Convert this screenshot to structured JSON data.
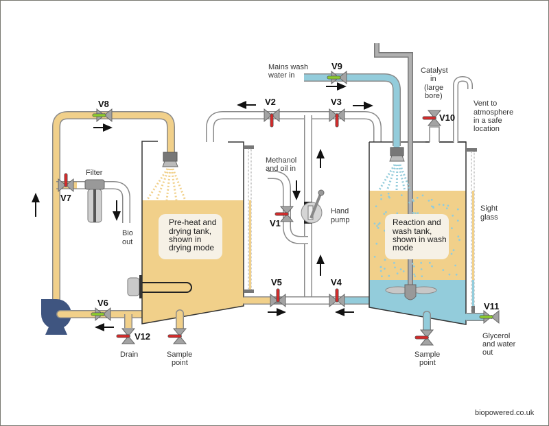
{
  "colors": {
    "oil": "#f1d08a",
    "water": "#93ccdb",
    "pipe_empty": "#ffffff",
    "pipe_outline": "#8a8a8a",
    "valve_body": "#a3a3a3",
    "valve_closed": "#d42a2a",
    "valve_open": "#8ccc2c",
    "pump": "#3f5580",
    "frame": "#77776f",
    "label_box": "#f6f1e6"
  },
  "tanks": {
    "preheat": {
      "caption_lines": [
        "Pre-heat and",
        "drying tank,",
        "shown in",
        "drying mode"
      ],
      "fill_level_fraction": 0.62
    },
    "reaction": {
      "caption_lines": [
        "Reaction and",
        "wash tank,",
        "shown in wash",
        "mode"
      ],
      "oil_level_fraction": 0.62,
      "water_level_fraction": 0.22
    }
  },
  "valves": [
    {
      "id": "V1",
      "label": "V1",
      "state": "closed"
    },
    {
      "id": "V2",
      "label": "V2",
      "state": "closed"
    },
    {
      "id": "V3",
      "label": "V3",
      "state": "closed"
    },
    {
      "id": "V4",
      "label": "V4",
      "state": "closed"
    },
    {
      "id": "V5",
      "label": "V5",
      "state": "closed"
    },
    {
      "id": "V6",
      "label": "V6",
      "state": "open"
    },
    {
      "id": "V7",
      "label": "V7",
      "state": "closed"
    },
    {
      "id": "V8",
      "label": "V8",
      "state": "open"
    },
    {
      "id": "V9",
      "label": "V9",
      "state": "open"
    },
    {
      "id": "V10",
      "label": "V10",
      "state": "closed"
    },
    {
      "id": "V11",
      "label": "V11",
      "state": "open"
    },
    {
      "id": "V12",
      "label": "V12",
      "state": "closed"
    }
  ],
  "labels": {
    "filter": "Filter",
    "bio_out": [
      "Bio",
      "out"
    ],
    "drain": "Drain",
    "sample_point_left": [
      "Sample",
      "point"
    ],
    "sample_point_right": [
      "Sample",
      "point"
    ],
    "methanol_in": [
      "Methanol",
      "and oil in"
    ],
    "hand_pump": [
      "Hand",
      "pump"
    ],
    "mains_wash": [
      "Mains wash",
      "water in"
    ],
    "catalyst_in": [
      "Catalyst",
      "in",
      "(large",
      "bore)"
    ],
    "vent": [
      "Vent to",
      "atmosphere",
      "in a safe",
      "location"
    ],
    "sight_glass": [
      "Sight",
      "glass"
    ],
    "glycerol_out": [
      "Glycerol",
      "and water",
      "out"
    ],
    "credit": "biopowered.co.uk"
  }
}
